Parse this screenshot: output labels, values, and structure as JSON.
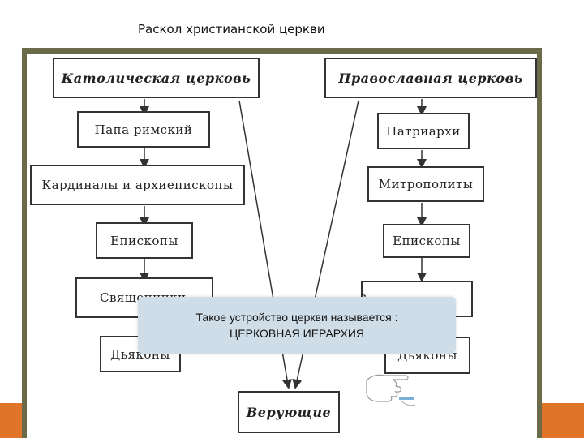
{
  "slide": {
    "title": "Раскол христианской церкви",
    "callout_line1": "Такое устройство церкви называется :",
    "callout_line2": "ЦЕРКОВНАЯ ИЕРАРХИЯ"
  },
  "diagram": {
    "catholic": {
      "header": "Католическая церковь",
      "levels": [
        "Папа римский",
        "Кардиналы и архиепископы",
        "Епископы",
        "Священники",
        "Дьяконы"
      ]
    },
    "orthodox": {
      "header": "Православная церковь",
      "levels": [
        "Патриархи",
        "Митрополиты",
        "Епископы",
        "Священники",
        "Дьяконы"
      ]
    },
    "believers": "Верующие"
  },
  "colors": {
    "frame": "#6b6b49",
    "accent_band": "#e0752a",
    "callout_bg": "#cfdde8"
  },
  "icons": [
    "pointing-hand-icon"
  ]
}
